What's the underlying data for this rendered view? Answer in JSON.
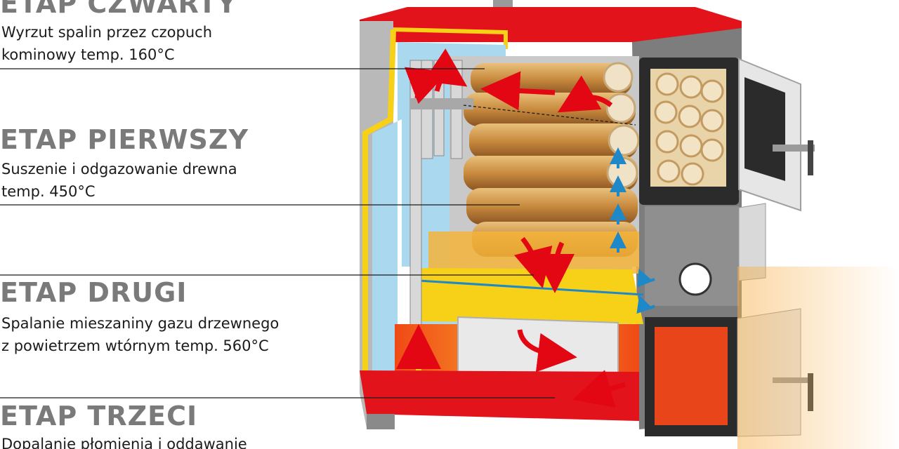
{
  "stages": [
    {
      "id": "stage-4",
      "title": "ETAP CZWARTY",
      "desc_lines": [
        "Wyrzut spalin przez czopuch",
        "kominowy temp. 160°C"
      ]
    },
    {
      "id": "stage-1",
      "title": "ETAP PIERWSZY",
      "desc_lines": [
        "Suszenie i odgazowanie drewna",
        "temp. 450°C"
      ]
    },
    {
      "id": "stage-2",
      "title": "ETAP DRUGI",
      "desc_lines": [
        "Spalanie mieszaniny gazu drzewnego",
        "z powietrzem wtórnym temp. 560°C"
      ]
    },
    {
      "id": "stage-3",
      "title": "ETAP TRZECI",
      "desc_lines": [
        "Dopalanie płomienia i oddawanie"
      ]
    }
  ],
  "colors": {
    "heading_gray": "#7a7a7a",
    "text": "#1b1b1b",
    "boiler_red": "#e3131b",
    "boiler_yellow": "#f7d117",
    "water_blue": "#a9d8ef",
    "steel_gray": "#8c8c8c",
    "flame_orange": "#f26a1b",
    "flow_arrow_red": "#e30613",
    "flow_arrow_blue": "#1e88c8"
  }
}
